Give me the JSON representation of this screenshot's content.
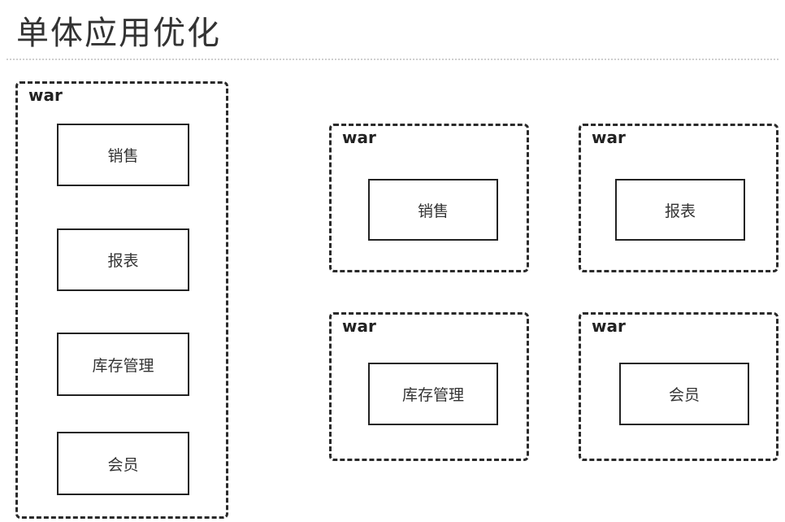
{
  "title": "单体应用优化",
  "monolith": {
    "label": "war",
    "modules": [
      "销售",
      "报表",
      "库存管理",
      "会员"
    ]
  },
  "split": [
    {
      "label": "war",
      "module": "销售"
    },
    {
      "label": "war",
      "module": "报表"
    },
    {
      "label": "war",
      "module": "库存管理"
    },
    {
      "label": "war",
      "module": "会员"
    }
  ]
}
